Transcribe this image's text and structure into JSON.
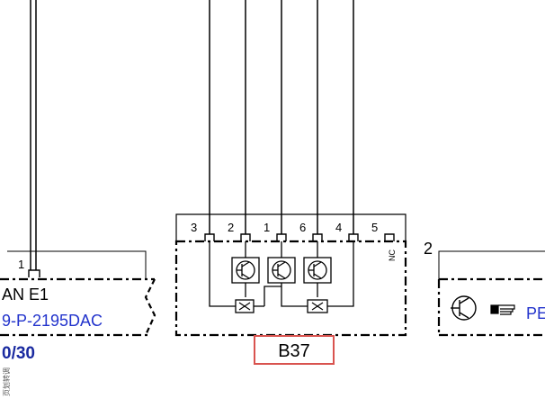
{
  "diagram": {
    "component_id": "B37",
    "pin_numbers": [
      "3",
      "2",
      "1",
      "6",
      "4",
      "5"
    ],
    "nc_label": "NC",
    "left_component": {
      "pin": "1",
      "name": "AN E1",
      "part_number": "9-P-2195DAC",
      "wire_ref": "0/30",
      "side_text": "页划转调"
    },
    "right_component": {
      "pin": "2",
      "label_partial": "PE"
    },
    "colors": {
      "line": "#000000",
      "highlight_box": "#d9534f",
      "link_blue": "#2233cc",
      "ref_blue": "#1a2aa0"
    },
    "icons": [
      "transistor-icon",
      "diode-icon",
      "pointing-hand-icon"
    ]
  }
}
